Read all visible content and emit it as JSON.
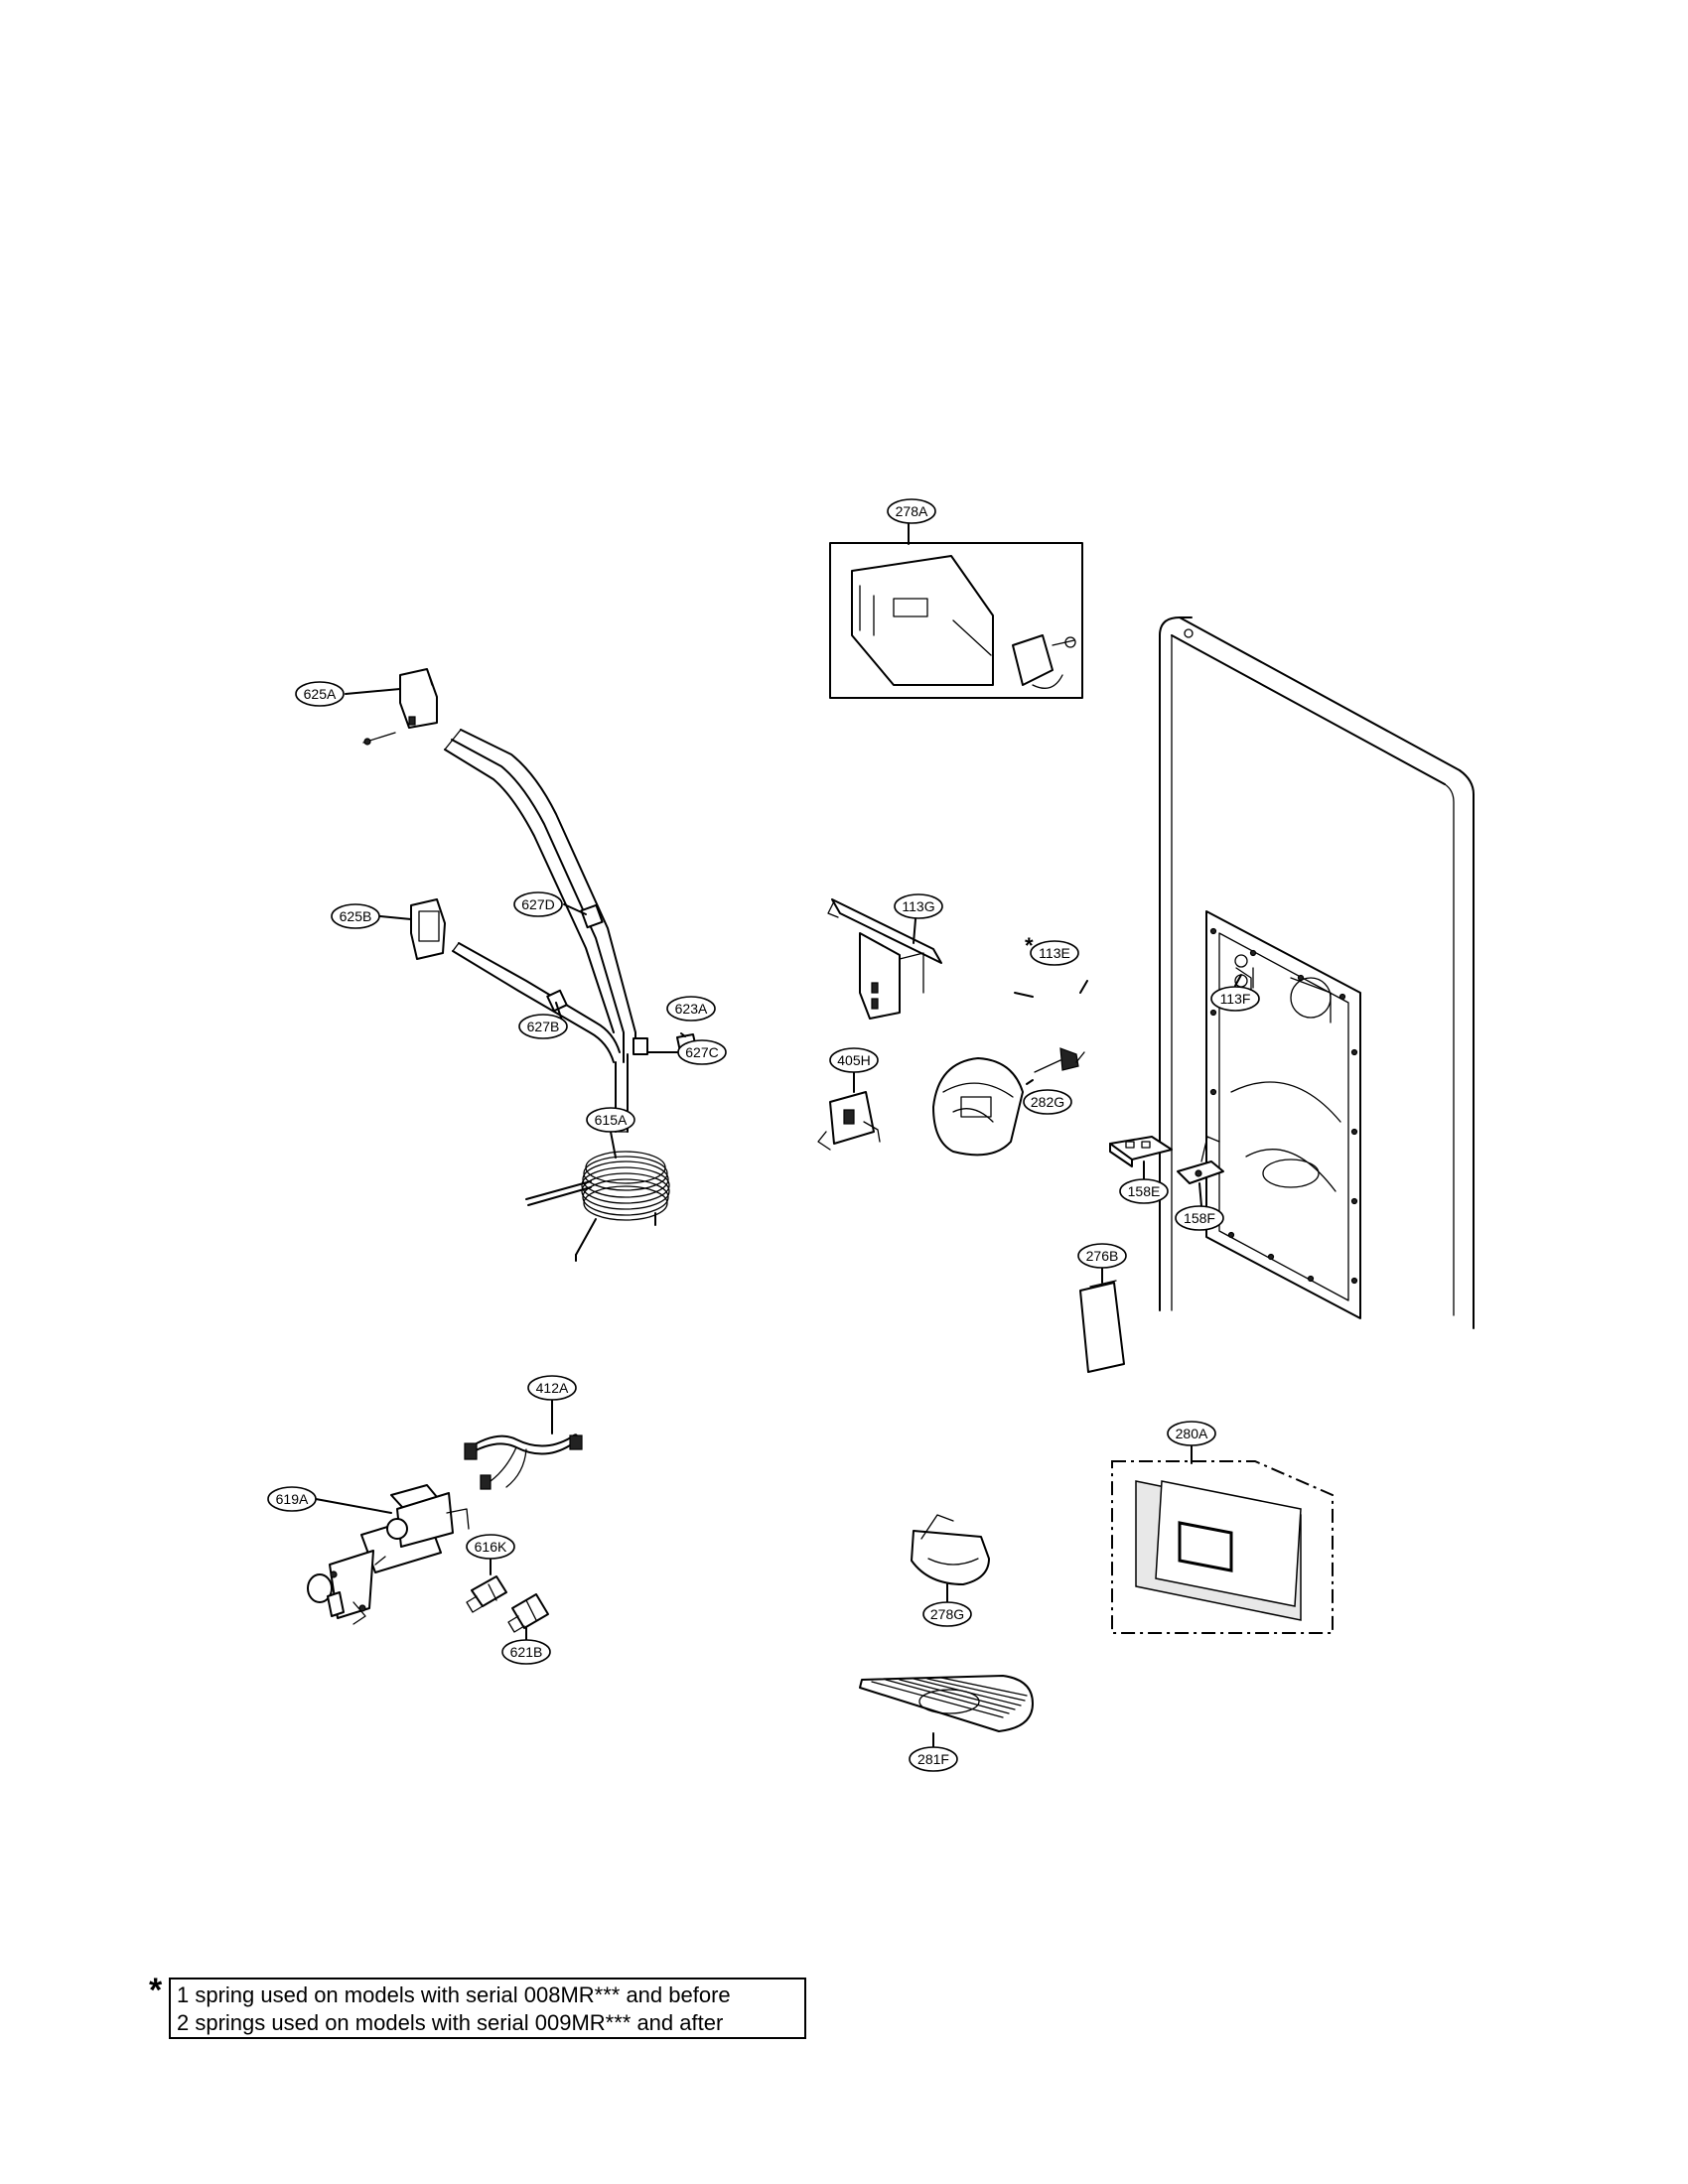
{
  "callouts": {
    "c278A": "278A",
    "c625A": "625A",
    "c627D": "627D",
    "c625B": "625B",
    "c627B": "627B",
    "c623A": "623A",
    "c627C": "627C",
    "c615A": "615A",
    "c113G": "113G",
    "c113E": "113E",
    "c405H": "405H",
    "c282G": "282G",
    "c113F": "113F",
    "c158E": "158E",
    "c158F": "158F",
    "c276B": "276B",
    "c412A": "412A",
    "c619A": "619A",
    "c616K": "616K",
    "c621B": "621B",
    "c280A": "280A",
    "c278G": "278G",
    "c281F": "281F"
  },
  "note": {
    "marker": "*",
    "line1": "1 spring used on models with serial 008MR*** and before",
    "line2": "2 springs used on models with serial 009MR*** and after"
  },
  "spring_marker": "*"
}
